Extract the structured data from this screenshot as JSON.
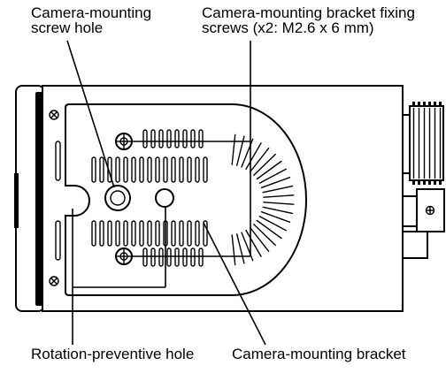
{
  "labels": {
    "screw_hole": [
      "Camera-mounting",
      "screw hole"
    ],
    "fixing_screws": [
      "Camera-mounting bracket fixing",
      "screws (x2: M2.6 x 6 mm)"
    ],
    "rotation_hole": "Rotation-preventive hole",
    "bracket": "Camera-mounting bracket"
  }
}
